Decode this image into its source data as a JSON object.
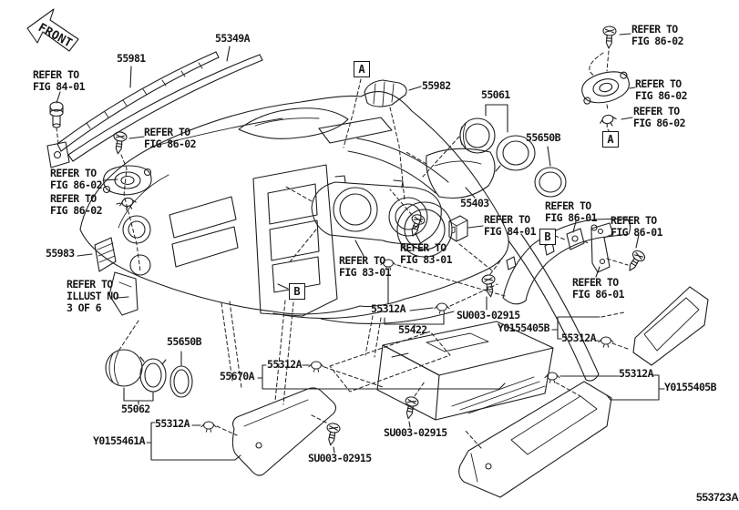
{
  "colors": {
    "line": "#1f1f1f",
    "background": "#ffffff"
  },
  "diagram": {
    "front_label": "FRONT",
    "footer_code": "553723A"
  },
  "callouts": {
    "a_top": "A",
    "a_right": "A",
    "b_left": "B",
    "b_right": "B"
  },
  "parts": {
    "p55981": "55981",
    "p55349a": "55349A",
    "p55983": "55983",
    "p55982": "55982",
    "p55061": "55061",
    "p55650b_top": "55650B",
    "p55403": "55403",
    "p55650b_bottom": "55650B",
    "p55062": "55062",
    "p55670a": "55670A",
    "p55422": "55422",
    "p55312a_cluster": "55312A",
    "p55312a_center": "55312A",
    "p55312a_bottom_left": "55312A",
    "p55312a_mid_right": "55312A",
    "p55312a_bottom_right": "55312A",
    "py0155461a": "Y0155461A",
    "py0155405b_mid": "Y0155405B",
    "py0155405b_bottom": "Y0155405B",
    "psu003_mid": "SU003-02915",
    "psu003_center": "SU003-02915",
    "psu003_left": "SU003-02915"
  },
  "references": {
    "fig_84_01_top_left": "REFER TO\nFIG 84-01",
    "fig_86_02_top": "REFER TO\nFIG 86-02",
    "fig_86_02_left_upper": "REFER TO\nFIG 86-02",
    "fig_86_02_left_lower": "REFER TO\nFIG 86-02",
    "illust_3_of_6": "REFER TO\nILLUST NO\n3 OF 6",
    "fig_86_02_right_screw": "REFER TO\nFIG 86-02",
    "fig_86_02_right_grommet": "REFER TO\nFIG 86-02",
    "fig_86_02_right_clip": "REFER TO\nFIG 86-02",
    "fig_86_01_upper": "REFER TO\nFIG 86-01",
    "fig_84_01_mid": "REFER TO\nFIG 84-01",
    "fig_86_01_right": "REFER TO\nFIG 86-01",
    "fig_86_01_lower": "REFER TO\nFIG 86-01",
    "fig_83_01_left": "REFER TO\nFIG 83-01",
    "fig_83_01_right": "REFER TO\nFIG 83-01"
  }
}
